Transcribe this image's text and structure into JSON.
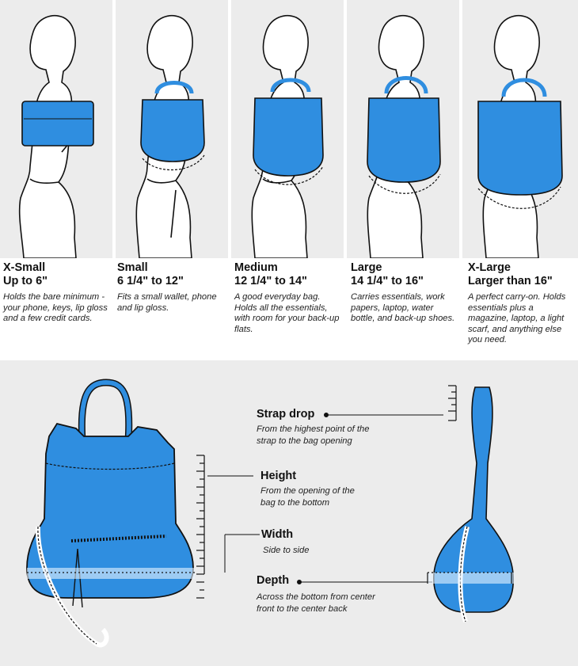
{
  "sizes": [
    {
      "name": "X-Small",
      "range": "Up to 6\"",
      "desc": "Holds the bare minimum - your phone, keys, lip gloss and a few credit cards."
    },
    {
      "name": "Small",
      "range": "6 1/4\" to 12\"",
      "desc": "Fits a small wallet, phone and lip gloss."
    },
    {
      "name": "Medium",
      "range": "12 1/4\" to 14\"",
      "desc": "A good everyday bag. Holds all the essentials, with room for your back-up flats."
    },
    {
      "name": "Large",
      "range": "14 1/4\" to 16\"",
      "desc": "Carries essentials, work papers, laptop, water bottle, and back-up shoes."
    },
    {
      "name": "X-Large",
      "range": "Larger than 16\"",
      "desc": "A perfect carry-on. Holds essentials plus a magazine, laptop, a light scarf, and anything else you need."
    }
  ],
  "measurements": {
    "strap_drop": {
      "label": "Strap drop",
      "desc": "From the highest point of the strap to the bag opening"
    },
    "height": {
      "label": "Height",
      "desc": "From the opening of the bag to the bottom"
    },
    "width": {
      "label": "Width",
      "desc": "Side to side"
    },
    "depth": {
      "label": "Depth",
      "desc": "Across the bottom from center front to the center back"
    }
  },
  "colors": {
    "bag": "#2f8ee0",
    "panel": "#ececec",
    "outline": "#111111"
  }
}
